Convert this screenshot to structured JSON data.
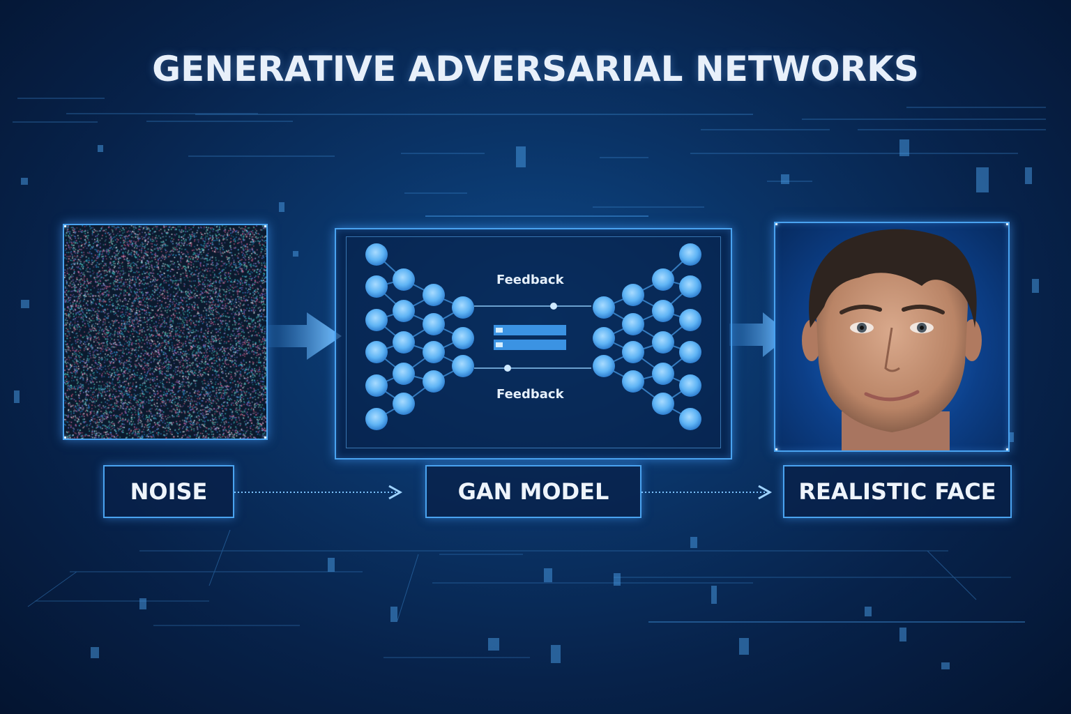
{
  "title": "GENERATIVE ADVERSARIAL NETWORKS",
  "panels": {
    "noise": {
      "label": "NOISE",
      "content": "random-noise-image"
    },
    "gan": {
      "label": "GAN MODEL",
      "feedback_top": "Feedback",
      "feedback_bottom": "Feedback",
      "left_network_layers": [
        6,
        5,
        4,
        3
      ],
      "right_network_layers": [
        3,
        4,
        5,
        6
      ]
    },
    "face": {
      "label": "REALISTIC FACE",
      "content": "generated-face-portrait"
    }
  },
  "flow": [
    "NOISE",
    "GAN MODEL",
    "REALISTIC FACE"
  ],
  "colors": {
    "accent": "#4aa3f0",
    "node": "#5fb4f5",
    "background": "#07224a",
    "text": "#eef4fb"
  }
}
